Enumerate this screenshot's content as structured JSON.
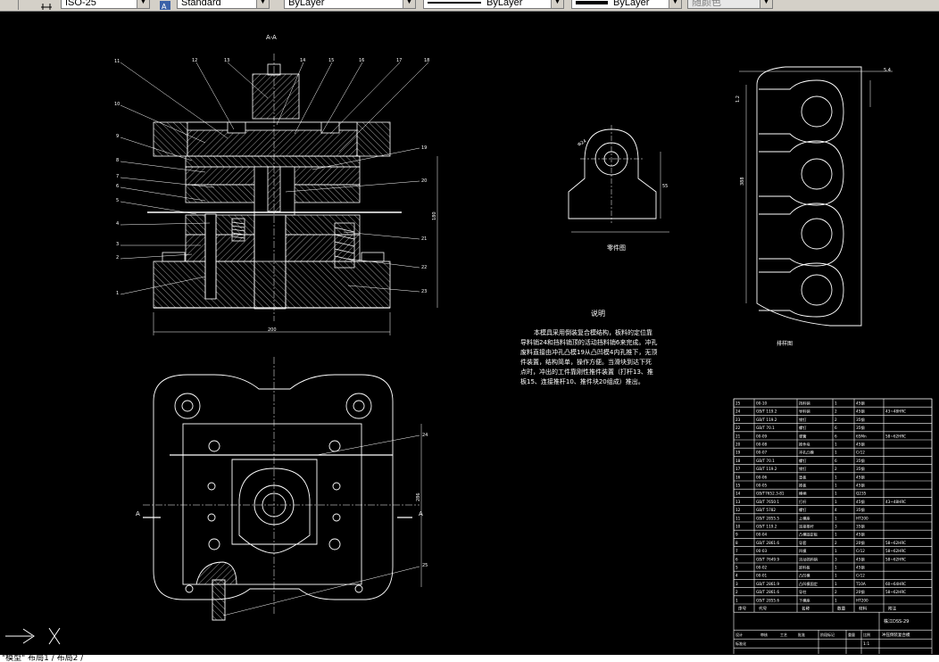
{
  "toolbar": {
    "dimstyle_value": "ISO-25",
    "textstyle_value": "Standard",
    "layer_value": "ByLayer",
    "linetype_value": "ByLayer",
    "lineweight_value": "ByLayer",
    "color_value": "随颜色"
  },
  "drawing": {
    "section_title": "A-A",
    "section_marker_left": "A",
    "section_marker_right": "A",
    "part_drawing_title": "零件图",
    "layout_drawing_title": "排样图",
    "width_dim_front": "200",
    "height_dim_front": "180",
    "height_dim_top": "286",
    "layout_dim_top": "5.4",
    "layout_dim_side": "1.2",
    "layout_dim_height": "388",
    "part_dim_radius": "Φ24",
    "part_dim_height": "55",
    "leaders_left": [
      "11",
      "10",
      "9",
      "8",
      "7",
      "6",
      "5",
      "4",
      "3",
      "2",
      "1"
    ],
    "leaders_top": [
      "12",
      "13",
      "14",
      "15",
      "16",
      "17",
      "18"
    ],
    "leaders_right": [
      "19",
      "20",
      "21",
      "22",
      "23"
    ],
    "leader_24": "24",
    "leader_25": "25"
  },
  "notes": {
    "title": "说明",
    "lines": [
      "本模具采用倒装复合模结构，板料的定位靠",
      "导料销24和挡料销顶的活动挡料销6来完成。冲孔",
      "废料直接由冲孔凸模19从凸凹模4内孔推下，无顶",
      "件装置，结构简单，操作方便。当滑块到达下死",
      "点时，冲出的工件靠刚性推件装置（打杆13、推",
      "板15、连接推杆10、推件块20组成）推出。"
    ]
  },
  "bom": {
    "rows": [
      [
        "25",
        "00-10",
        "挡料销",
        "1",
        "45钢",
        ""
      ],
      [
        "24",
        "GB/T 119.2",
        "导料销",
        "2",
        "45钢",
        "43~48HRC"
      ],
      [
        "23",
        "GB/T 119.2",
        "销钉",
        "2",
        "35钢",
        ""
      ],
      [
        "22",
        "GB/T 70.1",
        "螺钉",
        "6",
        "35钢",
        ""
      ],
      [
        "21",
        "00-09",
        "弹簧",
        "6",
        "65Mn",
        "58~62HRC"
      ],
      [
        "20",
        "00-08",
        "推件块",
        "1",
        "45钢",
        ""
      ],
      [
        "19",
        "00-07",
        "冲孔凸模",
        "1",
        "Cr12",
        ""
      ],
      [
        "18",
        "GB/T 70.1",
        "螺钉",
        "6",
        "35钢",
        ""
      ],
      [
        "17",
        "GB/T 119.2",
        "销钉",
        "2",
        "35钢",
        ""
      ],
      [
        "16",
        "00-06",
        "垫板",
        "1",
        "45钢",
        ""
      ],
      [
        "15",
        "00-05",
        "推板",
        "1",
        "45钢",
        ""
      ],
      [
        "14",
        "GB/T7652.3-81",
        "模柄",
        "1",
        "Q235",
        ""
      ],
      [
        "13",
        "GB/T 7650.1",
        "打杆",
        "1",
        "45钢",
        "43~48HRC"
      ],
      [
        "12",
        "GB/T 5782",
        "螺钉",
        "4",
        "35钢",
        ""
      ],
      [
        "11",
        "GB/T 2855.5",
        "上模座",
        "1",
        "HT200",
        ""
      ],
      [
        "10",
        "GB/T 119.2",
        "连接推杆",
        "3",
        "35钢",
        ""
      ],
      [
        "9",
        "00-04",
        "凸模固定板",
        "1",
        "45钢",
        ""
      ],
      [
        "8",
        "GB/T 2861.6",
        "导套",
        "2",
        "20钢",
        "58~62HRC"
      ],
      [
        "7",
        "00-03",
        "凹模",
        "1",
        "Cr12",
        "58~62HRC"
      ],
      [
        "6",
        "GB/T 7649.9",
        "活动挡料销",
        "3",
        "45钢",
        "58~62HRC"
      ],
      [
        "5",
        "00-02",
        "卸料板",
        "1",
        "45钢",
        ""
      ],
      [
        "4",
        "00-01",
        "凸凹模",
        "1",
        "Cr12",
        ""
      ],
      [
        "3",
        "GB/T 2861.9",
        "凸凹模固定",
        "1",
        "T10A",
        "60~64HRC"
      ],
      [
        "2",
        "GB/T 2861.6",
        "导柱",
        "2",
        "20钢",
        "58~62HRC"
      ],
      [
        "1",
        "GB/T 2855.6",
        "下模座",
        "1",
        "HT200",
        ""
      ]
    ],
    "header": [
      "序号",
      "代号",
      "名称",
      "数量",
      "材料",
      "附注"
    ],
    "title_block": {
      "drawing_no": "株江DSS-29",
      "design_label": "设计",
      "check_label": "审核",
      "std_label": "标准化",
      "approve_label": "批准",
      "process_label": "工艺",
      "stage_label": "阶段标记",
      "weight_label": "重量",
      "scale_label": "比例",
      "scale_value": "1:1",
      "drawing_name": "冲压倒装复合模"
    }
  },
  "command_line": {
    "text": "\"模型\" 布局1 / 布局2 /"
  },
  "colors": {
    "background": "#000000",
    "line": "#ffffff",
    "toolbar": "#d4d0c8"
  }
}
